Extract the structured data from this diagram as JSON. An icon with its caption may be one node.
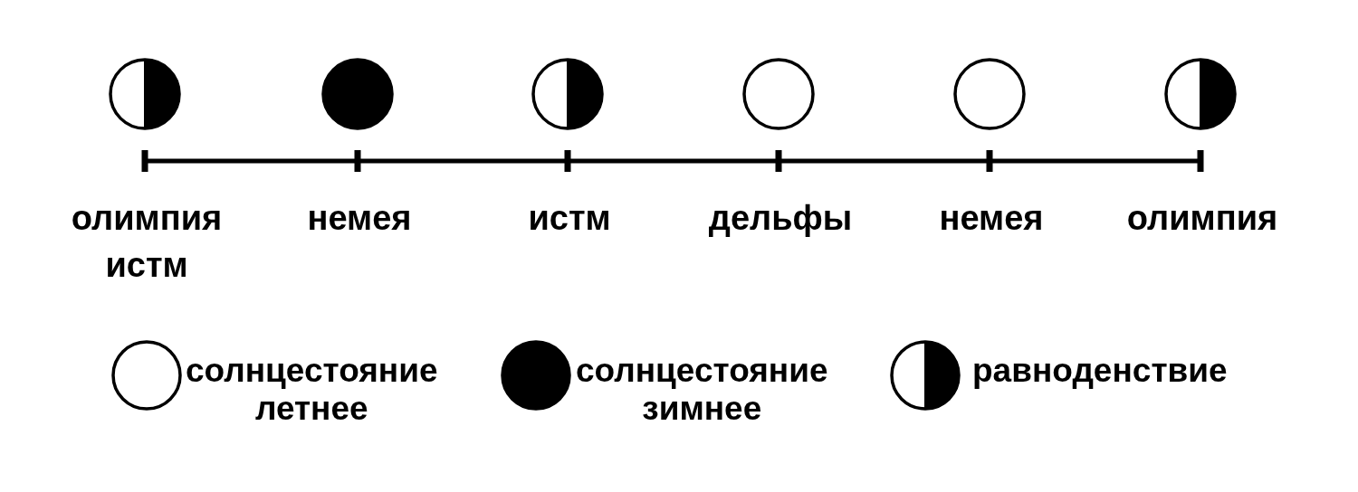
{
  "diagram": {
    "labels": [
      "олимпия истм",
      "немея",
      "истм",
      "дельфы",
      "немея",
      "олимпия"
    ],
    "legend": [
      {
        "text": "солнцестояние летнее"
      },
      {
        "text": "солнцестояние зимнее"
      },
      {
        "text": "равноденствие"
      }
    ]
  }
}
